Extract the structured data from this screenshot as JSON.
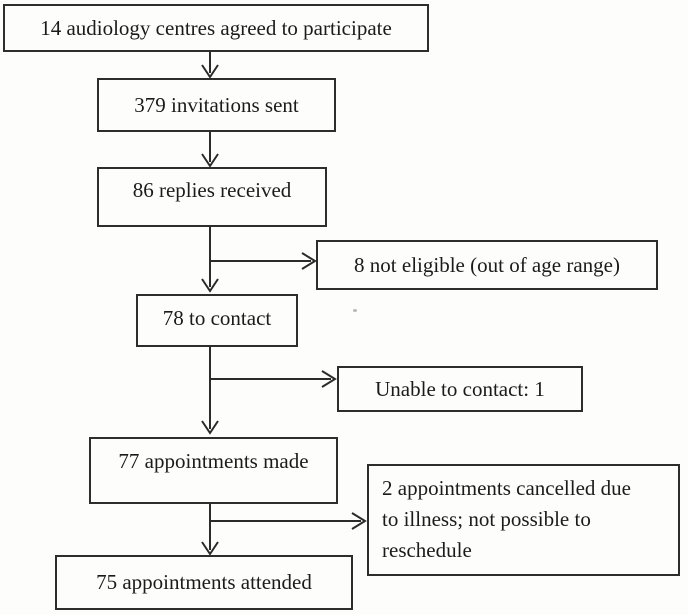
{
  "diagram": {
    "type": "flowchart",
    "nodes": {
      "centres": {
        "label": "14 audiology centres agreed to participate",
        "value": 14
      },
      "invitations": {
        "label": "379 invitations sent",
        "value": 379
      },
      "replies": {
        "label": "86 replies received",
        "value": 86
      },
      "not_eligible": {
        "label": "8 not eligible (out of age range)",
        "value": 8
      },
      "to_contact": {
        "label": "78 to contact",
        "value": 78
      },
      "unable_to_contact": {
        "label": "Unable to contact: 1",
        "value": 1
      },
      "appointments_made": {
        "label": "77 appointments made",
        "value": 77
      },
      "cancelled": {
        "label": "2 appointments cancelled due to illness; not possible to reschedule",
        "value": 2,
        "lines": [
          "2 appointments cancelled due",
          "to illness; not possible to",
          "reschedule"
        ]
      },
      "attended": {
        "label": "75 appointments attended",
        "value": 75
      }
    },
    "style": {
      "border_color": "#2d2d2d",
      "text_color": "#1b1b1b",
      "background": "#fdfdfb"
    }
  }
}
